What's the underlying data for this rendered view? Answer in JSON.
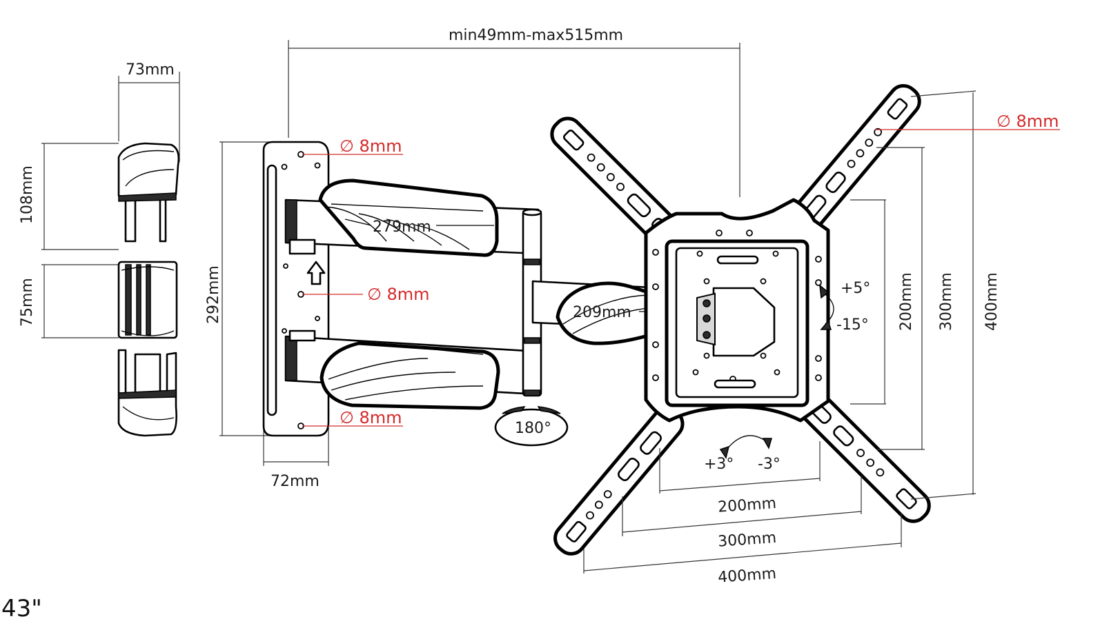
{
  "dimensions": {
    "arm_extension": "min49mm-max515mm",
    "side_depth": "73mm",
    "side_upper_height": "108mm",
    "side_middle_height": "75mm",
    "wall_plate_height": "292mm",
    "wall_plate_width": "72mm",
    "upper_arm_length": "279mm",
    "lower_arm_length": "209mm",
    "vesa_h_200": "200mm",
    "vesa_h_300": "300mm",
    "vesa_h_400": "400mm",
    "vesa_v_200": "200mm",
    "vesa_v_300": "300mm",
    "vesa_v_400": "400mm"
  },
  "hole_labels": {
    "wall_top": "∅ 8mm",
    "wall_middle": "∅ 8mm",
    "wall_bottom": "∅ 8mm",
    "tv_arm": "∅ 8mm"
  },
  "angles": {
    "swivel": "180°",
    "tilt_up": "+5°",
    "tilt_down": "-15°",
    "rotate_left": "+3°",
    "rotate_right": "-3°"
  },
  "screen_size": "43\"",
  "colors": {
    "accent_red": "#d42a2a",
    "line": "#000000"
  }
}
